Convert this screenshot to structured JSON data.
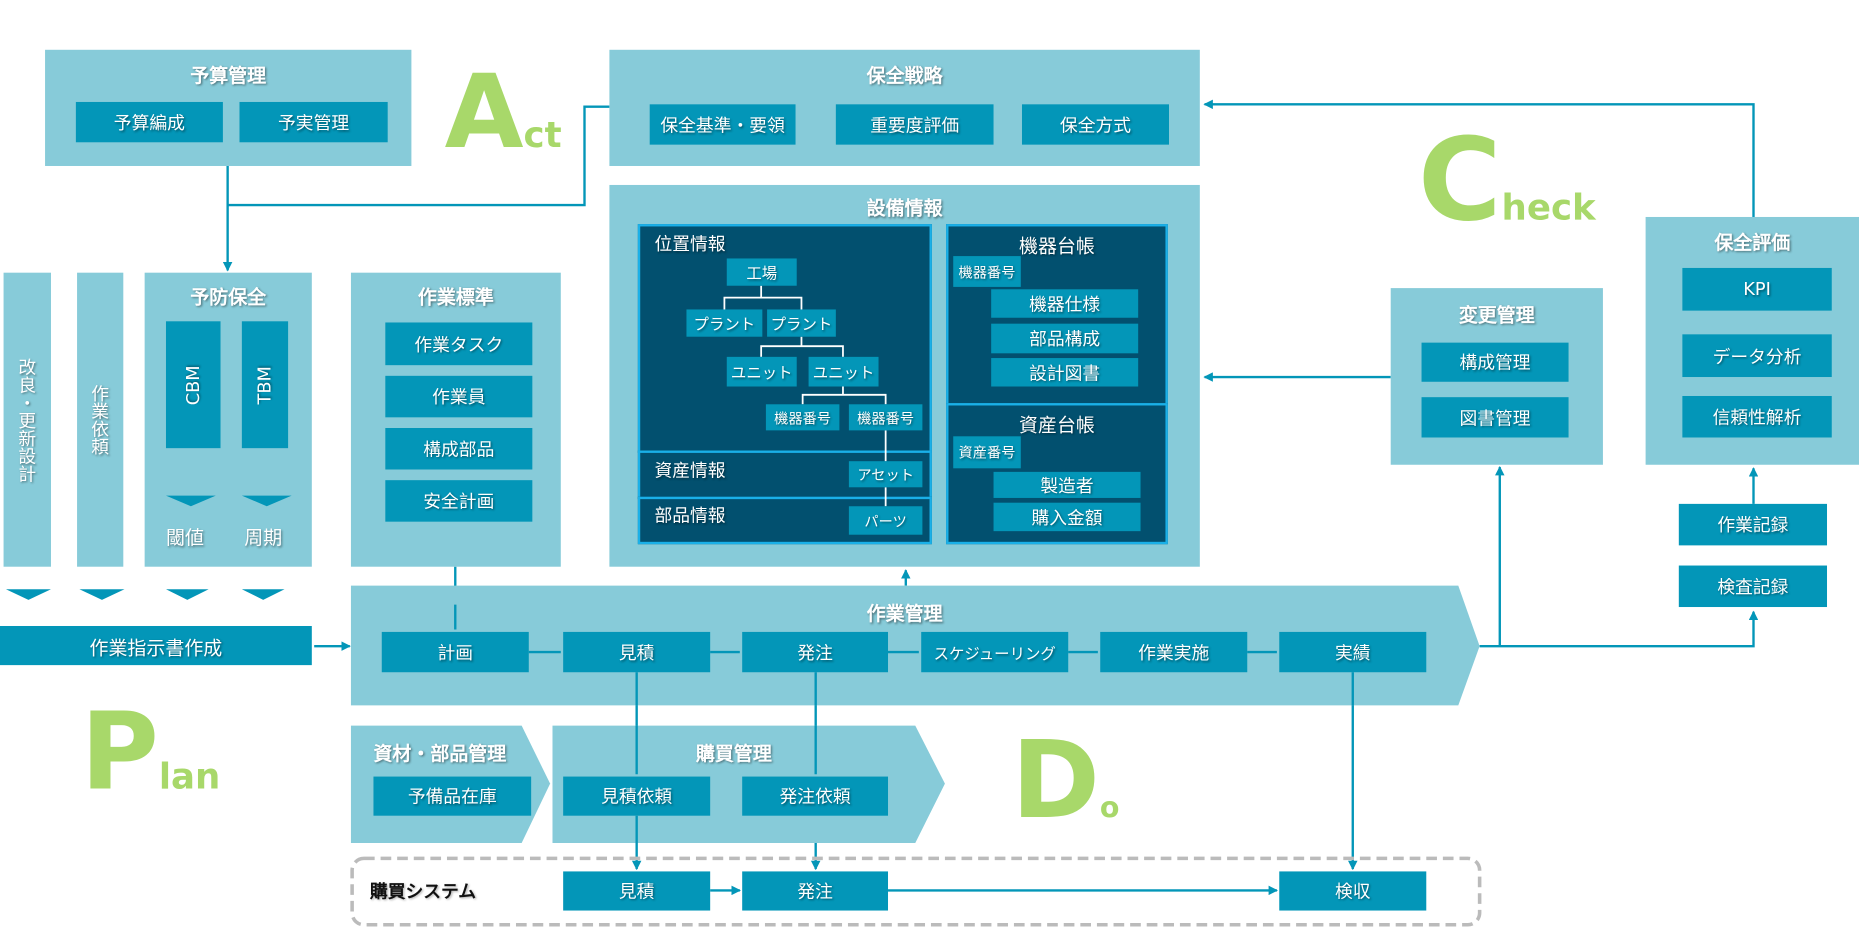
{
  "pdca": {
    "a_big": "A",
    "a_small": "ct",
    "p_big": "P",
    "p_small": "lan",
    "d_big": "D",
    "d_small": "o",
    "c_big": "C",
    "c_small": "heck"
  },
  "budget": {
    "title": "予算管理",
    "items": [
      "予算編成",
      "予実管理"
    ]
  },
  "strategy": {
    "title": "保全戦略",
    "items": [
      "保全基準・要領",
      "重要度評価",
      "保全方式"
    ]
  },
  "equipment": {
    "title": "設備情報",
    "location": {
      "title": "位置情報",
      "factory": "工場",
      "plants": [
        "プラント",
        "プラント"
      ],
      "units": [
        "ユニット",
        "ユニット"
      ],
      "machines": [
        "機器番号",
        "機器番号"
      ]
    },
    "asset_info": {
      "title": "資産情報",
      "asset": "アセット"
    },
    "parts_info": {
      "title": "部品情報",
      "parts": "パーツ"
    },
    "machine_ledger": {
      "title": "機器台帳",
      "key": "機器番号",
      "items": [
        "機器仕様",
        "部品構成",
        "設計図書"
      ]
    },
    "asset_ledger": {
      "title": "資産台帳",
      "key": "資産番号",
      "items": [
        "製造者",
        "購入金額"
      ]
    }
  },
  "left_columns": [
    "改良・更新設計",
    "作業依頼"
  ],
  "preventive": {
    "title": "予防保全",
    "cbm": "CBM",
    "tbm": "TBM",
    "cbm_out": "閾値",
    "tbm_out": "周期"
  },
  "work_standard": {
    "title": "作業標準",
    "items": [
      "作業タスク",
      "作業員",
      "構成部品",
      "安全計画"
    ]
  },
  "work_order": "作業指示書作成",
  "work_mgmt": {
    "title": "作業管理",
    "steps": [
      "計画",
      "見積",
      "発注",
      "スケジューリング",
      "作業実施",
      "実績"
    ]
  },
  "materials": {
    "title": "資材・部品管理",
    "items": [
      "予備品在庫"
    ]
  },
  "purchasing": {
    "title": "購買管理",
    "items": [
      "見積依頼",
      "発注依頼"
    ]
  },
  "purchase_system": {
    "title": "購買システム",
    "items": [
      "見積",
      "発注",
      "検収"
    ]
  },
  "change_mgmt": {
    "title": "変更管理",
    "items": [
      "構成管理",
      "図書管理"
    ]
  },
  "evaluation": {
    "title": "保全評価",
    "items": [
      "KPI",
      "データ分析",
      "信頼性解析"
    ]
  },
  "records": [
    "作業記録",
    "検査記録"
  ],
  "colors": {
    "panel": "#87cbd9",
    "box": "#0396b8",
    "navy": "#02506f",
    "border": "#1ab0e8",
    "green": "#a8d86a"
  }
}
